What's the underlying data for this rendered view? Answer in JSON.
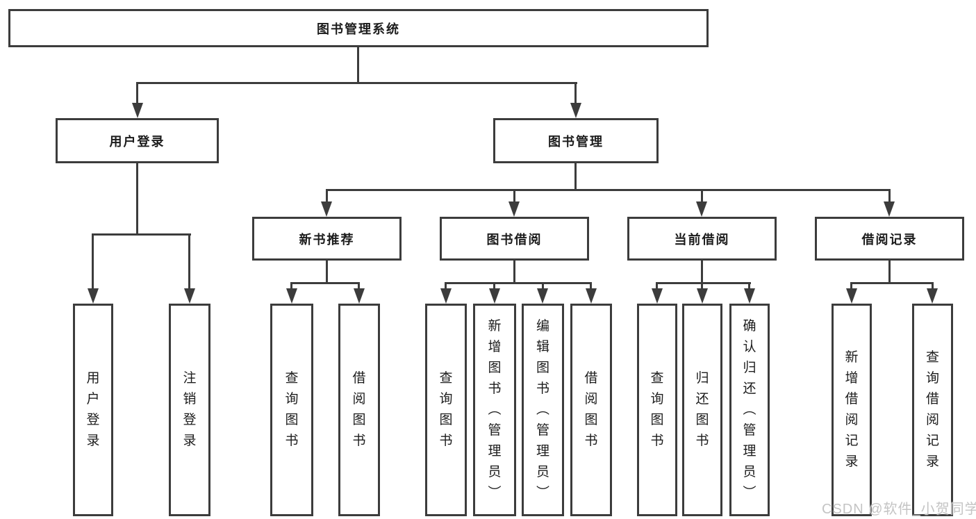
{
  "diagram": {
    "root": {
      "label": "图书管理系统"
    },
    "level2": [
      {
        "label": "用户登录",
        "children": [
          {
            "label": "用户登录"
          },
          {
            "label": "注销登录"
          }
        ]
      },
      {
        "label": "图书管理",
        "children": [
          {
            "label": "新书推荐",
            "children": [
              {
                "label": "查询图书"
              },
              {
                "label": "借阅图书"
              }
            ]
          },
          {
            "label": "图书借阅",
            "children": [
              {
                "label": "查询图书"
              },
              {
                "label": "新增图书（管理员）"
              },
              {
                "label": "编辑图书（管理员）"
              },
              {
                "label": "借阅图书"
              }
            ]
          },
          {
            "label": "当前借阅",
            "children": [
              {
                "label": "查询图书"
              },
              {
                "label": "归还图书"
              },
              {
                "label": "确认归还（管理员）"
              }
            ]
          },
          {
            "label": "借阅记录",
            "children": [
              {
                "label": "新增借阅记录"
              },
              {
                "label": "查询借阅记录"
              }
            ]
          }
        ]
      }
    ]
  },
  "watermark": {
    "text": "CSDN @软件_小贺同学"
  },
  "colors": {
    "line": "#3c3c3c",
    "box_border": "#3c3c3c",
    "text": "#1c1c1c",
    "watermark_text": "#c4c4c4",
    "background": "#ffffff"
  }
}
